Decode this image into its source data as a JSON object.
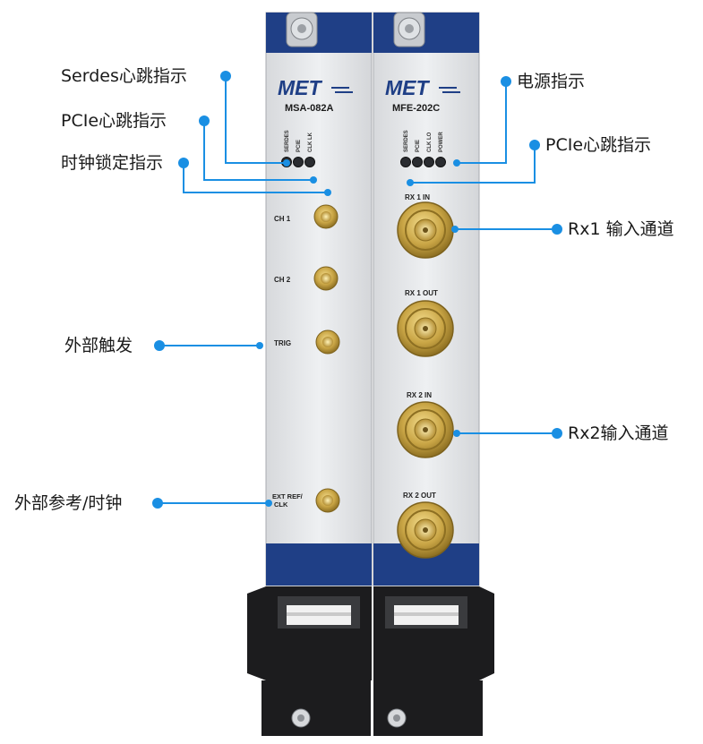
{
  "modules": [
    {
      "brand": "MET",
      "model": "MSA-082A",
      "led_labels": [
        "SERDES",
        "PCIE",
        "CLK LK"
      ],
      "ports": [
        "CH 1",
        "CH 2",
        "TRIG"
      ],
      "ref_port": [
        "EXT REF/",
        "CLK"
      ]
    },
    {
      "brand": "MET",
      "model": "MFE-202C",
      "led_labels": [
        "SERDES",
        "PCIE",
        "CLK LO",
        "POWER"
      ],
      "ports": [
        "RX 1 IN",
        "RX 1 OUT",
        "RX 2 IN",
        "RX 2 OUT"
      ]
    }
  ],
  "callouts": {
    "serdes": "Serdes心跳指示",
    "pcie_left": "PCIe心跳指示",
    "clock_lock": "时钟锁定指示",
    "ext_trigger": "外部触发",
    "ext_ref": "外部参考/时钟",
    "power": "电源指示",
    "pcie_right": "PCIe心跳指示",
    "rx1": "Rx1 输入通道",
    "rx2": "Rx2输入通道"
  },
  "colors": {
    "accent": "#1a8fe3",
    "panel": "#e8e9eb",
    "stripe": "#1f3f86",
    "brass": "#c9a545",
    "handle": "#1c1c1e"
  }
}
